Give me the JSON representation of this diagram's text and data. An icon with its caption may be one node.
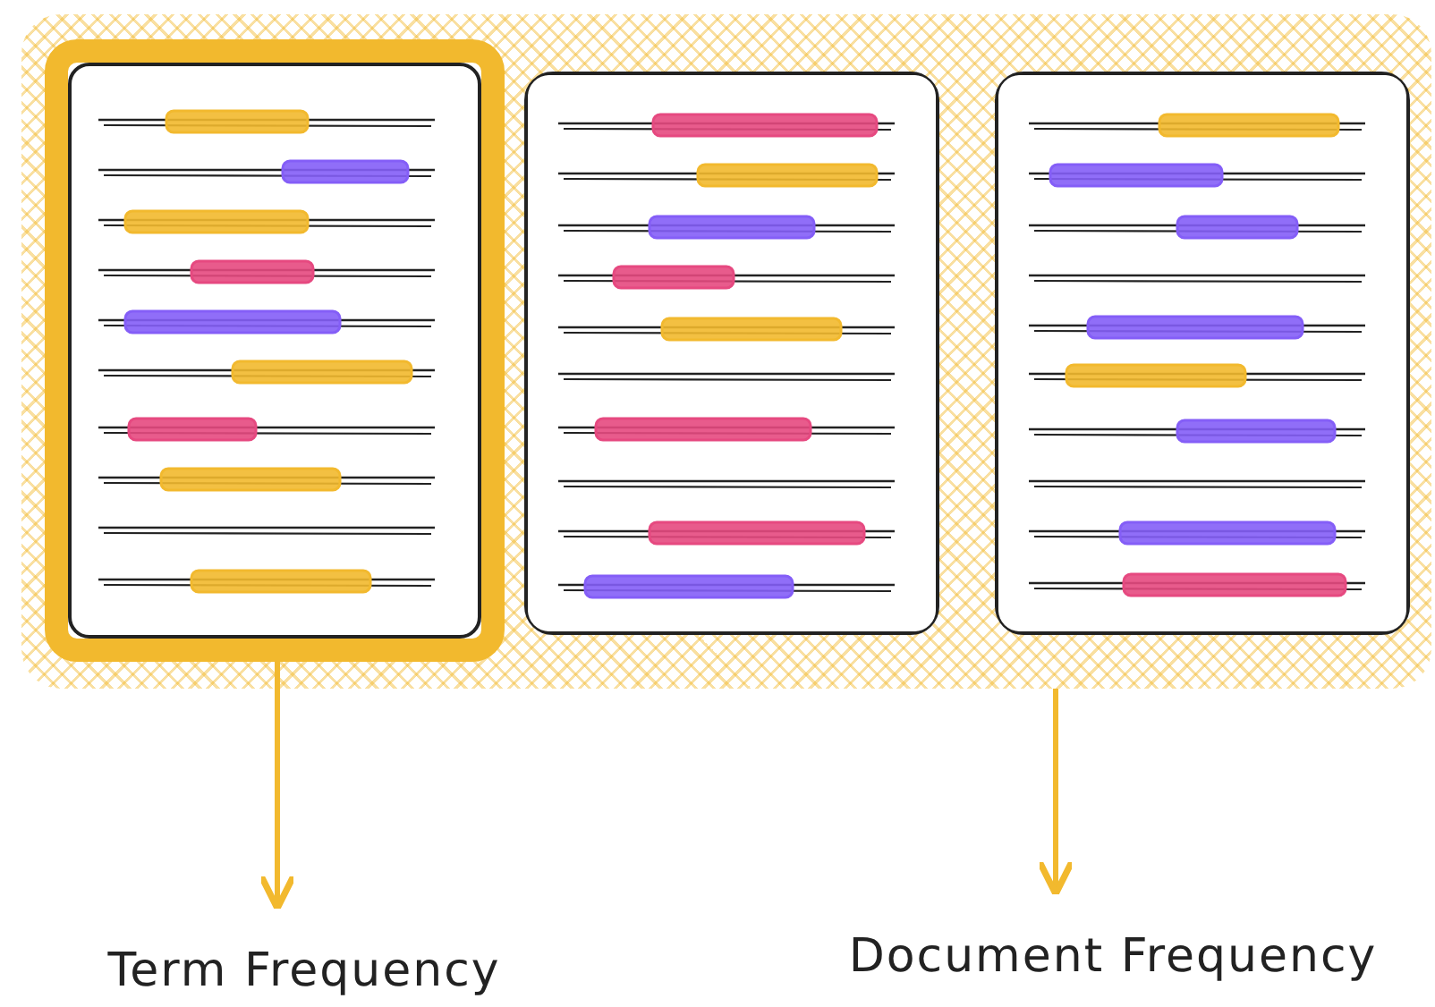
{
  "diagram": {
    "nodes": [
      {
        "text": [],
        "shape": "box"
      },
      {
        "text": [],
        "shape": "box",
        "in": 0
      },
      {
        "text": [],
        "shape": "box",
        "in": 0
      },
      {
        "text": [],
        "shape": "box",
        "in": 0
      },
      {
        "text": [
          "Term Frequency"
        ]
      },
      {
        "text": [
          "Document Frequency"
        ]
      }
    ],
    "edges": [
      {
        "from": 1,
        "to": 4,
        "arrow": "to"
      },
      {
        "from": 0,
        "to": 5,
        "arrow": "to"
      }
    ]
  }
}
